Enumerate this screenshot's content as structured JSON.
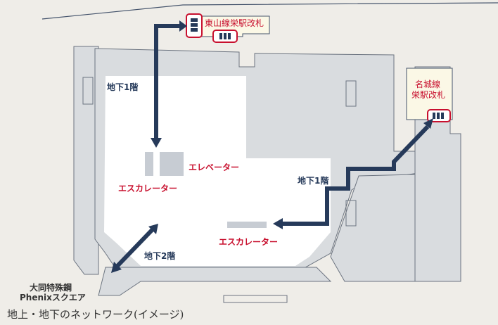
{
  "title": "地上・地下のネットワーク(イメージ)",
  "labels": {
    "higashiyama_gate": "東山線栄駅改札",
    "meijo_gate_line1": "名城線",
    "meijo_gate_line2": "栄駅改札",
    "b1_top": "地下1階",
    "b1_right": "地下1階",
    "b2": "地下2階",
    "elevator": "エレベーター",
    "escalator_left": "エスカレーター",
    "escalator_right": "エスカレーター",
    "phenix_line1": "大同特殊鋼",
    "phenix_line2": "Phenixスクエア"
  },
  "colors": {
    "navy": "#263a5a",
    "red": "#c8102e",
    "building": "#d9dcdf",
    "background": "#efede8"
  }
}
